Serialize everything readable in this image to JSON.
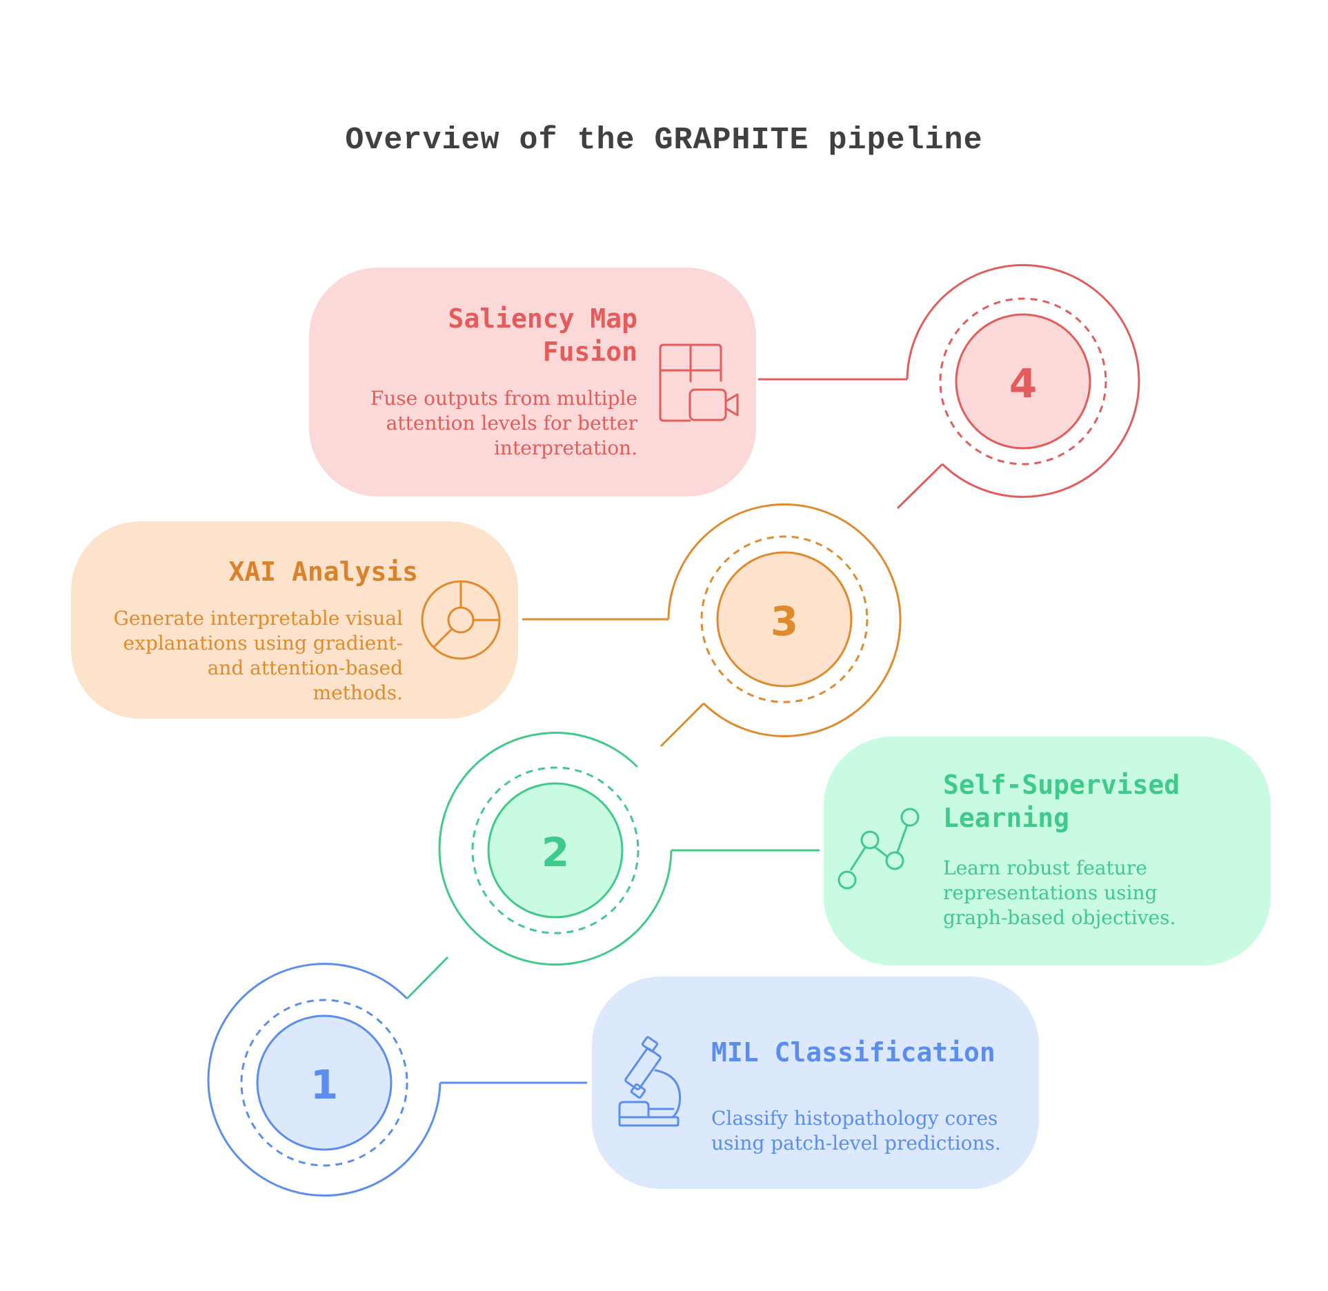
{
  "title": "Overview of the GRAPHITE pipeline",
  "steps": [
    {
      "number": "1",
      "title": "MIL Classification",
      "description": "Classify histopathology cores using patch-level predictions.",
      "icon": "microscope-icon",
      "color": "#5b8def",
      "fill": "#dce8fb"
    },
    {
      "number": "2",
      "title": "Self-Supervised Learning",
      "description": "Learn robust feature representations using graph-based objectives.",
      "icon": "line-graph-icon",
      "color": "#3fc98a",
      "fill": "#c8fbe2"
    },
    {
      "number": "3",
      "title": "XAI Analysis",
      "description": "Generate interpretable visual explanations using gradient- and attention-based methods.",
      "icon": "pie-chart-icon",
      "color": "#e08a2e",
      "fill": "#fde3cc"
    },
    {
      "number": "4",
      "title": "Saliency Map Fusion",
      "description": "Fuse outputs from multiple attention levels for better interpretation.",
      "icon": "layout-video-icon",
      "color": "#e45b5b",
      "fill": "#fcd9d9"
    }
  ]
}
